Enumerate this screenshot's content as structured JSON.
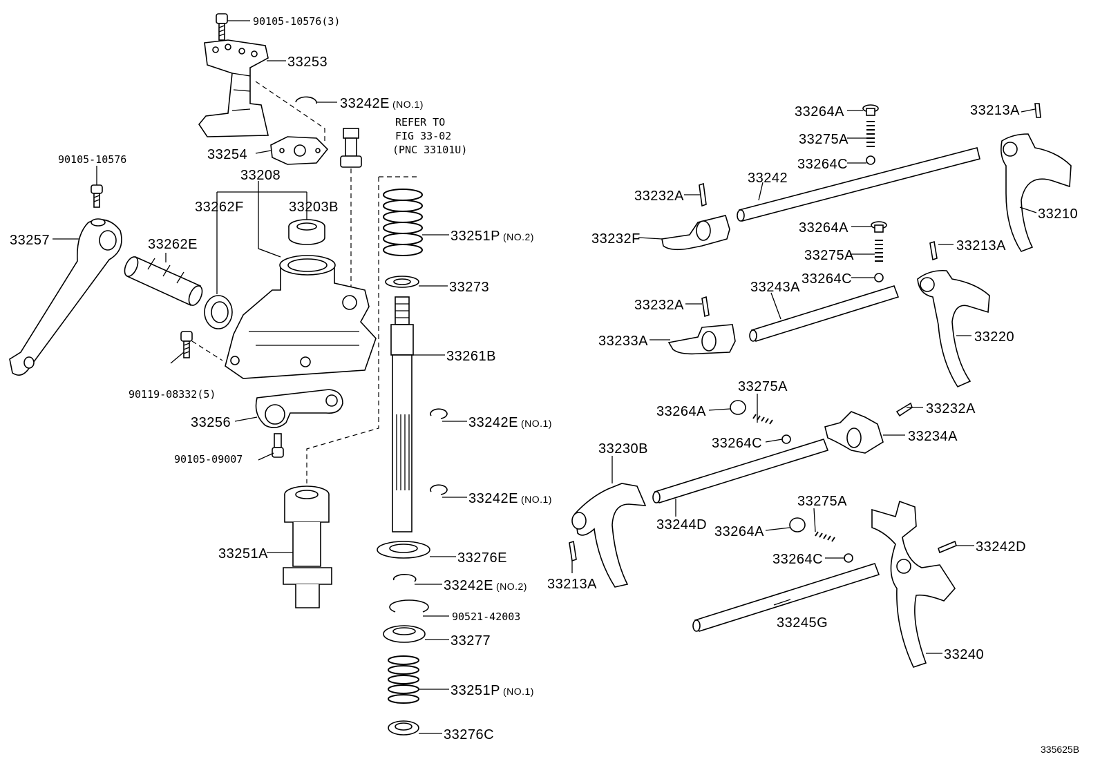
{
  "figure_code": "335625B",
  "refer_note": {
    "line1": "REFER TO",
    "line2": "FIG 33-02",
    "line3": "(PNC 33101U)"
  },
  "parts": [
    {
      "id": "p-90105-10576-3",
      "number": "90105-10576",
      "note": "(3)"
    },
    {
      "id": "p-33253",
      "number": "33253",
      "note": ""
    },
    {
      "id": "p-33242E-a",
      "number": "33242E",
      "note": "(NO.1)"
    },
    {
      "id": "p-33254",
      "number": "33254",
      "note": ""
    },
    {
      "id": "p-33208",
      "number": "33208",
      "note": ""
    },
    {
      "id": "p-90105-10576",
      "number": "90105-10576",
      "note": ""
    },
    {
      "id": "p-33262F",
      "number": "33262F",
      "note": ""
    },
    {
      "id": "p-33203B",
      "number": "33203B",
      "note": ""
    },
    {
      "id": "p-33257",
      "number": "33257",
      "note": ""
    },
    {
      "id": "p-33262E",
      "number": "33262E",
      "note": ""
    },
    {
      "id": "p-90119-08332",
      "number": "90119-08332",
      "note": "(5)"
    },
    {
      "id": "p-33256",
      "number": "33256",
      "note": ""
    },
    {
      "id": "p-90105-09007",
      "number": "90105-09007",
      "note": ""
    },
    {
      "id": "p-33251A",
      "number": "33251A",
      "note": ""
    },
    {
      "id": "p-33251P-2",
      "number": "33251P",
      "note": "(NO.2)"
    },
    {
      "id": "p-33273",
      "number": "33273",
      "note": ""
    },
    {
      "id": "p-33261B",
      "number": "33261B",
      "note": ""
    },
    {
      "id": "p-33242E-b",
      "number": "33242E",
      "note": "(NO.1)"
    },
    {
      "id": "p-33242E-c",
      "number": "33242E",
      "note": "(NO.1)"
    },
    {
      "id": "p-33276E",
      "number": "33276E",
      "note": ""
    },
    {
      "id": "p-33242E-d",
      "number": "33242E",
      "note": "(NO.2)"
    },
    {
      "id": "p-90521-42003",
      "number": "90521-42003",
      "note": ""
    },
    {
      "id": "p-33277",
      "number": "33277",
      "note": ""
    },
    {
      "id": "p-33251P-1",
      "number": "33251P",
      "note": "(NO.1)"
    },
    {
      "id": "p-33276C",
      "number": "33276C",
      "note": ""
    },
    {
      "id": "p-33264A-a",
      "number": "33264A",
      "note": ""
    },
    {
      "id": "p-33275A-a",
      "number": "33275A",
      "note": ""
    },
    {
      "id": "p-33264C-a",
      "number": "33264C",
      "note": ""
    },
    {
      "id": "p-33242",
      "number": "33242",
      "note": ""
    },
    {
      "id": "p-33213A-a",
      "number": "33213A",
      "note": ""
    },
    {
      "id": "p-33210",
      "number": "33210",
      "note": ""
    },
    {
      "id": "p-33232A-a",
      "number": "33232A",
      "note": ""
    },
    {
      "id": "p-33232F",
      "number": "33232F",
      "note": ""
    },
    {
      "id": "p-33264A-b",
      "number": "33264A",
      "note": ""
    },
    {
      "id": "p-33275A-b",
      "number": "33275A",
      "note": ""
    },
    {
      "id": "p-33264C-b",
      "number": "33264C",
      "note": ""
    },
    {
      "id": "p-33213A-b",
      "number": "33213A",
      "note": ""
    },
    {
      "id": "p-33243A",
      "number": "33243A",
      "note": ""
    },
    {
      "id": "p-33232A-b",
      "number": "33232A",
      "note": ""
    },
    {
      "id": "p-33233A",
      "number": "33233A",
      "note": ""
    },
    {
      "id": "p-33220",
      "number": "33220",
      "note": ""
    },
    {
      "id": "p-33275A-c",
      "number": "33275A",
      "note": ""
    },
    {
      "id": "p-33264A-c",
      "number": "33264A",
      "note": ""
    },
    {
      "id": "p-33264C-c",
      "number": "33264C",
      "note": ""
    },
    {
      "id": "p-33232A-c",
      "number": "33232A",
      "note": ""
    },
    {
      "id": "p-33234A",
      "number": "33234A",
      "note": ""
    },
    {
      "id": "p-33230B",
      "number": "33230B",
      "note": ""
    },
    {
      "id": "p-33244D",
      "number": "33244D",
      "note": ""
    },
    {
      "id": "p-33275A-d",
      "number": "33275A",
      "note": ""
    },
    {
      "id": "p-33264A-d",
      "number": "33264A",
      "note": ""
    },
    {
      "id": "p-33264C-d",
      "number": "33264C",
      "note": ""
    },
    {
      "id": "p-33242D",
      "number": "33242D",
      "note": ""
    },
    {
      "id": "p-33213A-c",
      "number": "33213A",
      "note": ""
    },
    {
      "id": "p-33245G",
      "number": "33245G",
      "note": ""
    },
    {
      "id": "p-33240",
      "number": "33240",
      "note": ""
    }
  ]
}
